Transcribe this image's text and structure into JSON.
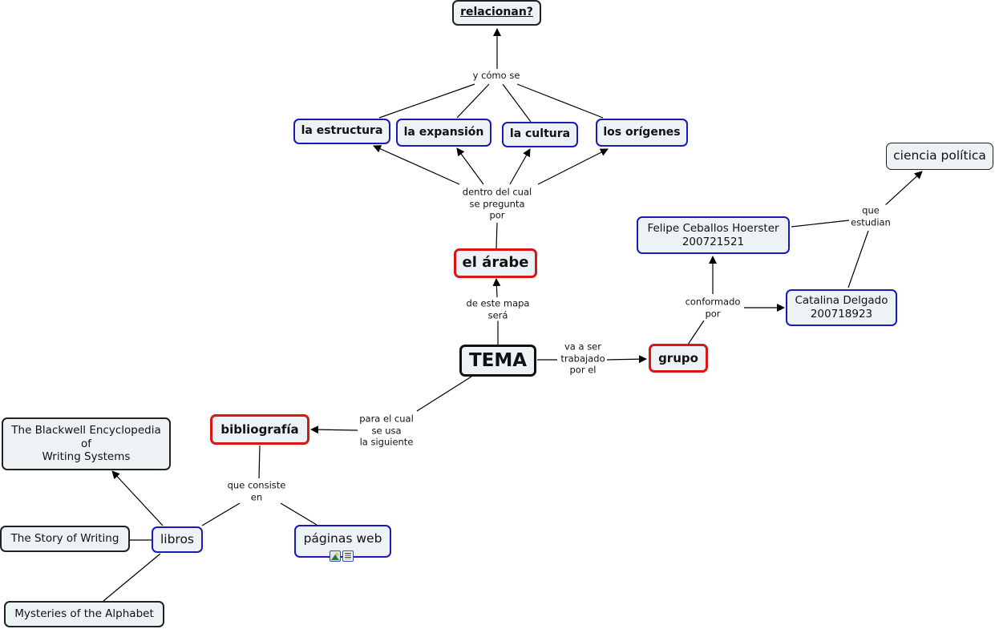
{
  "nodes": {
    "relacionan": "relacionan?",
    "estructura": "la estructura",
    "expansion": "la expansión",
    "cultura": "la cultura",
    "origenes": "los orígenes",
    "arabe": "el árabe",
    "tema": "TEMA",
    "grupo": "grupo",
    "felipe_name": "Felipe Ceballos Hoerster",
    "felipe_id": "200721521",
    "catalina_name": "Catalina Delgado",
    "catalina_id": "200718923",
    "ciencia": "ciencia política",
    "bibliografia": "bibliografía",
    "blackwell_1": "The Blackwell Encyclopedia",
    "blackwell_2": "of",
    "blackwell_3": "Writing Systems",
    "story": "The Story of Writing",
    "libros": "libros",
    "mysteries": "Mysteries of the Alphabet",
    "paginas": "páginas web"
  },
  "links": {
    "y_como_se": "y cómo se",
    "dentro_del_cual": "dentro del cual\nse pregunta\npor",
    "de_este_mapa": "de este mapa\nserá",
    "va_a_ser": "va a ser\ntrabajado\npor el",
    "conformado": "conformado\npor",
    "que_estudian": "que\nestudian",
    "para_el_cual": "para el cual\nse usa\nla siguiente",
    "que_consiste": "que consiste\nen"
  },
  "resources": {
    "paginas_web_icons": [
      "image-icon",
      "document-icon"
    ]
  }
}
